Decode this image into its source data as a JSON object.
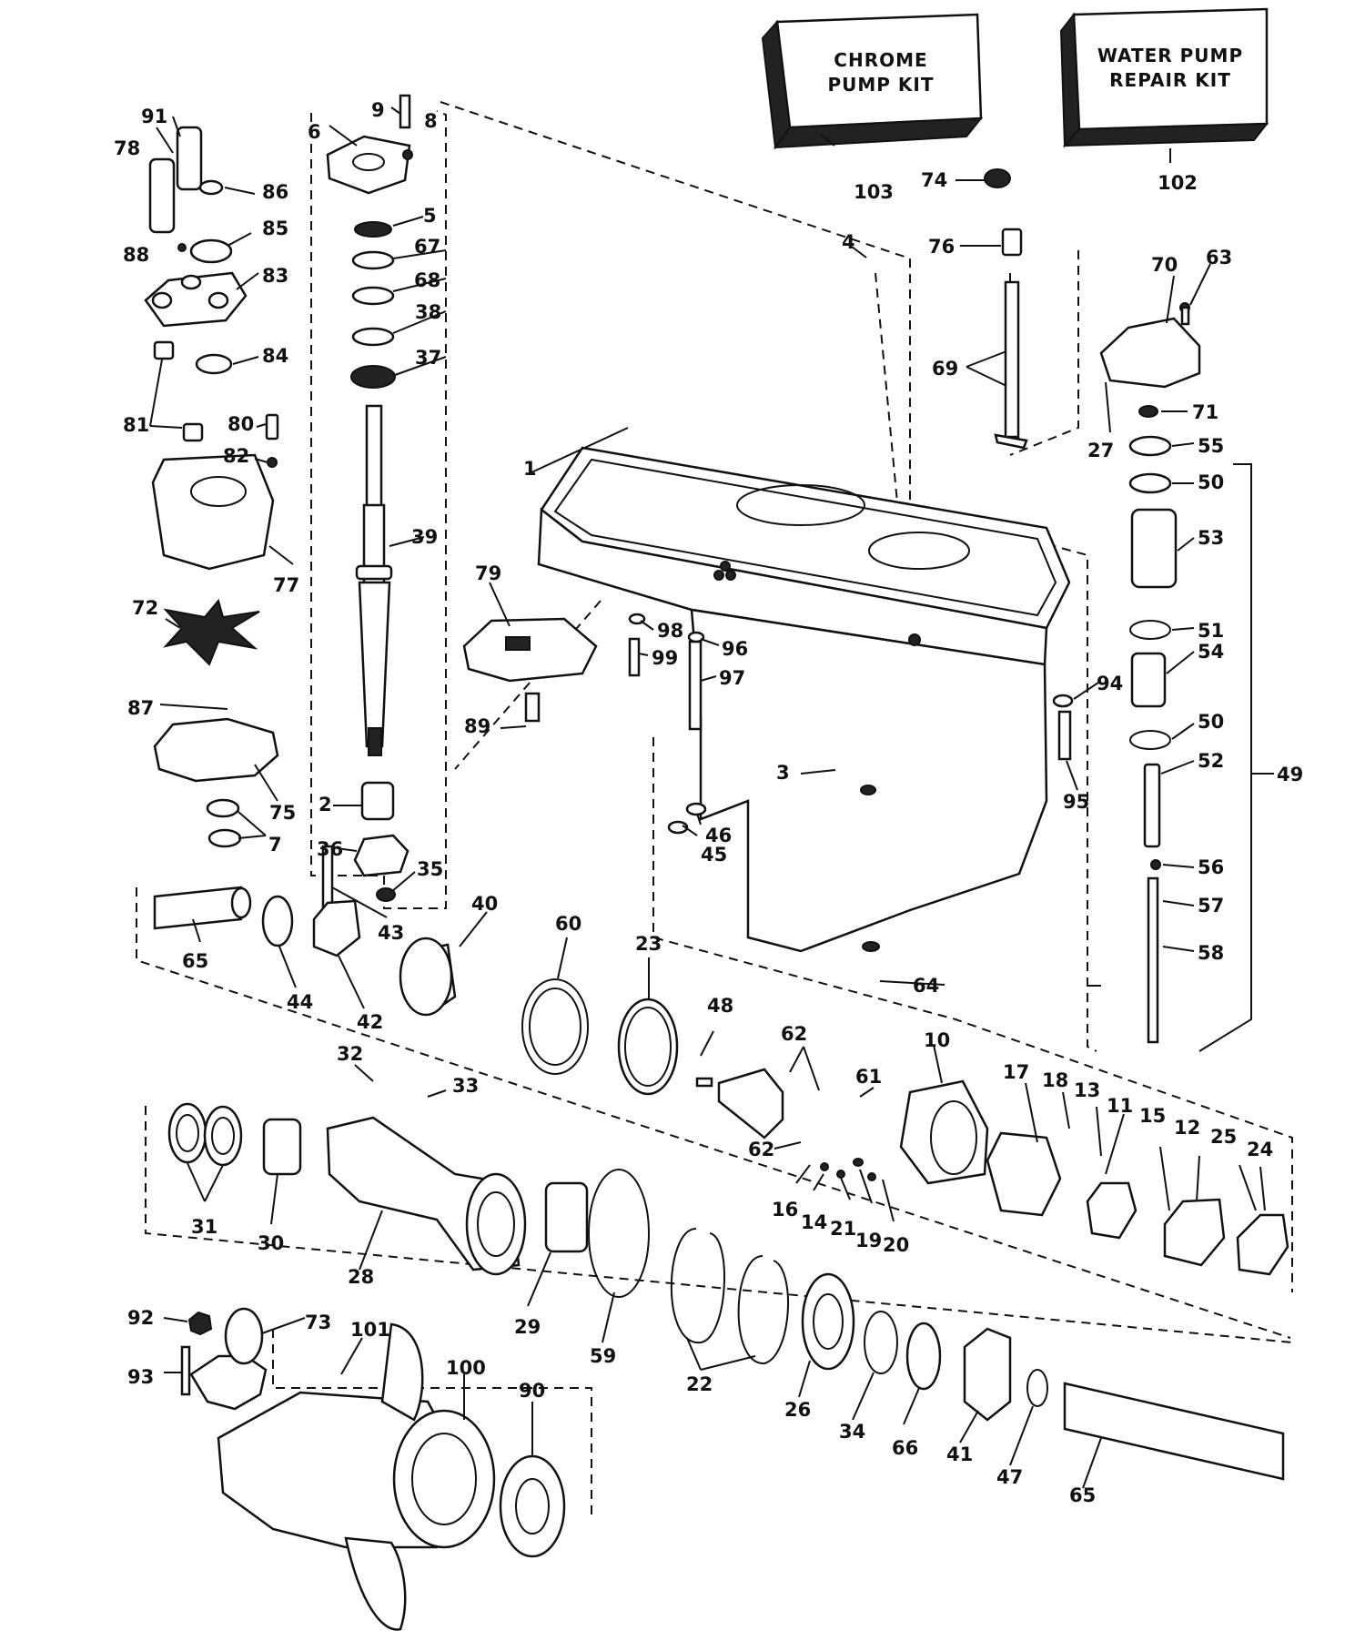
{
  "kits": [
    {
      "line1": "CHROME",
      "line2": "PUMP KIT",
      "number": "103"
    },
    {
      "line1": "WATER PUMP",
      "line2": "REPAIR KIT",
      "number": "102"
    }
  ],
  "labels": {
    "l1": "1",
    "l2": "2",
    "l3": "3",
    "l4": "4",
    "l5": "5",
    "l6": "6",
    "l7": "7",
    "l8": "8",
    "l9": "9",
    "l10": "10",
    "l11": "11",
    "l12": "12",
    "l13": "13",
    "l14": "14",
    "l15": "15",
    "l16": "16",
    "l17": "17",
    "l18": "18",
    "l19": "19",
    "l20": "20",
    "l21": "21",
    "l22": "22",
    "l23": "23",
    "l24": "24",
    "l25": "25",
    "l26": "26",
    "l27": "27",
    "l28": "28",
    "l29": "29",
    "l30": "30",
    "l31": "31",
    "l32": "32",
    "l33": "33",
    "l34": "34",
    "l35": "35",
    "l36": "36",
    "l37": "37",
    "l38": "38",
    "l39": "39",
    "l40": "40",
    "l41": "41",
    "l42": "42",
    "l43": "43",
    "l44": "44",
    "l45": "45",
    "l46": "46",
    "l47": "47",
    "l48": "48",
    "l49": "49",
    "l50a": "50",
    "l50b": "50",
    "l51": "51",
    "l52": "52",
    "l53": "53",
    "l54": "54",
    "l55": "55",
    "l56": "56",
    "l57": "57",
    "l58": "58",
    "l59": "59",
    "l60": "60",
    "l61": "61",
    "l62a": "62",
    "l62b": "62",
    "l63": "63",
    "l64": "64",
    "l65a": "65",
    "l65b": "65",
    "l66": "66",
    "l67": "67",
    "l68": "68",
    "l69": "69",
    "l70": "70",
    "l71": "71",
    "l72": "72",
    "l73": "73",
    "l74": "74",
    "l75": "75",
    "l76": "76",
    "l77": "77",
    "l78": "78",
    "l79": "79",
    "l80": "80",
    "l81": "81",
    "l82": "82",
    "l83": "83",
    "l84": "84",
    "l85": "85",
    "l86": "86",
    "l87": "87",
    "l88": "88",
    "l89": "89",
    "l90": "90",
    "l91": "91",
    "l92": "92",
    "l93": "93",
    "l94": "94",
    "l95": "95",
    "l96": "96",
    "l97": "97",
    "l98": "98",
    "l99": "99",
    "l100": "100",
    "l101": "101"
  }
}
